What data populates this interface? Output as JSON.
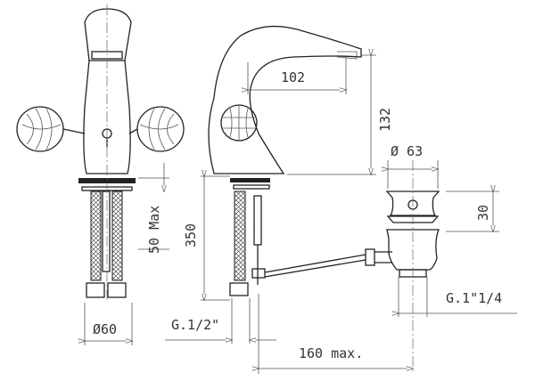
{
  "drawing": {
    "dimensions": {
      "spout_reach": "102",
      "spout_height": "132",
      "drain_diameter": "Ø 63",
      "drain_height": "30",
      "deck_thickness": "50 Max",
      "hose_length": "350",
      "base_diameter": "Ø60",
      "hose_thread": "G.1/2\"",
      "rod_distance": "160 max.",
      "drain_thread": "G.1\"1/4"
    },
    "colors": {
      "line": "#222222",
      "dimension": "#555555"
    }
  }
}
